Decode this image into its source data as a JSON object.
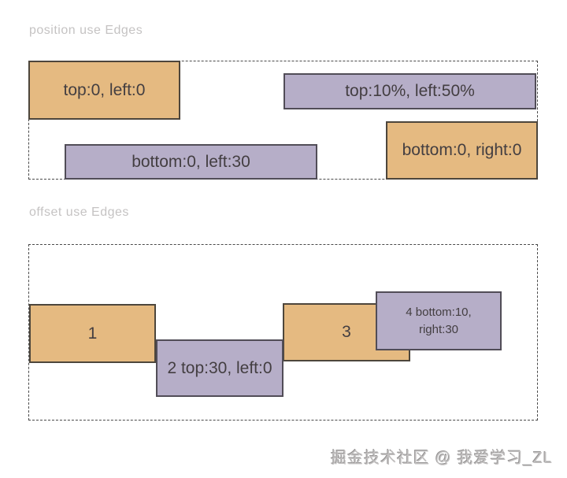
{
  "colors": {
    "background": "#ffffff",
    "orange_fill": "#e5ba81",
    "orange_border": "#4d463c",
    "purple_fill": "#b6aec8",
    "purple_border": "#514d57",
    "container_dash": "#4a4a4a",
    "box_text": "#433e41",
    "title_text": "#c5c3c3",
    "watermark_text": "#b0aeae"
  },
  "sections": [
    {
      "title": "position use Edges",
      "boxes": [
        {
          "label": "top:0, left:0",
          "variant": "orange"
        },
        {
          "label": "top:10%, left:50%",
          "variant": "purple"
        },
        {
          "label": "bottom:0, left:30",
          "variant": "purple"
        },
        {
          "label": "bottom:0, right:0",
          "variant": "orange"
        }
      ]
    },
    {
      "title": "offset use Edges",
      "boxes": [
        {
          "label": "1",
          "variant": "orange"
        },
        {
          "label": "2 top:30, left:0",
          "variant": "purple"
        },
        {
          "label": "3",
          "variant": "orange"
        },
        {
          "label": "4 bottom:10,",
          "label_line2": "right:30",
          "variant": "purple"
        }
      ]
    }
  ],
  "watermark": {
    "text": "掘金技术社区 @ 我爱学习_ZL"
  }
}
